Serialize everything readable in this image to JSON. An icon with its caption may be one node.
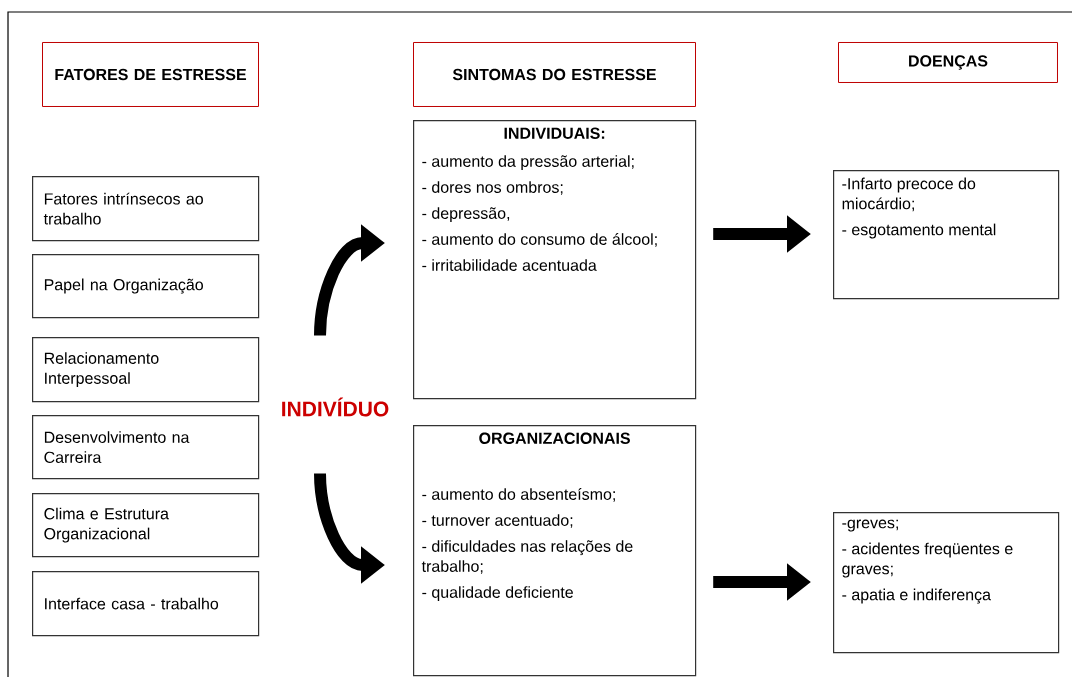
{
  "diagram": {
    "nodes": [
      {
        "text": [
          "FATORES DE ESTRESSE"
        ]
      },
      {
        "text": [
          "SINTOMAS DO ESTRESSE"
        ]
      },
      {
        "text": [
          "DOENÇAS"
        ]
      },
      {
        "text": [
          "Fatores intrínsecos ao trabalho"
        ]
      },
      {
        "text": [
          "Papel na Organização"
        ]
      },
      {
        "text": [
          "Relacionamento Interpessoal"
        ]
      },
      {
        "text": [
          "Desenvolvimento na Carreira"
        ]
      },
      {
        "text": [
          "Clima e Estrutura Organizacional"
        ]
      },
      {
        "text": [
          "Interface casa - trabalho"
        ]
      },
      {
        "text": [
          "INDIVIDUAIS:",
          "- aumento da pressão arterial;",
          "- dores nos ombros;",
          "- depressão,",
          "- aumento do consumo de álcool;",
          "- irritabilidade acentuada"
        ]
      },
      {
        "text": [
          "ORGANIZACIONAIS",
          "- aumento do absenteísmo;",
          "- turnover acentuado;",
          "- dificuldades nas relações de trabalho;",
          "- qualidade deficiente"
        ]
      },
      {
        "text": [
          "-Infarto precoce do miocárdio;",
          "- esgotamento mental"
        ]
      },
      {
        "text": [
          "-greves;",
          "- acidentes freqüentes e graves;",
          "- apatia e indiferença"
        ]
      },
      {
        "text": [
          "INDIVÍDUO"
        ]
      }
    ],
    "edges": [
      {
        "from": 13,
        "to": 9,
        "arrow": "to"
      },
      {
        "from": 13,
        "to": 10,
        "arrow": "to"
      },
      {
        "from": 9,
        "to": 11,
        "arrow": "to"
      },
      {
        "from": 10,
        "to": 12,
        "arrow": "to"
      }
    ]
  }
}
